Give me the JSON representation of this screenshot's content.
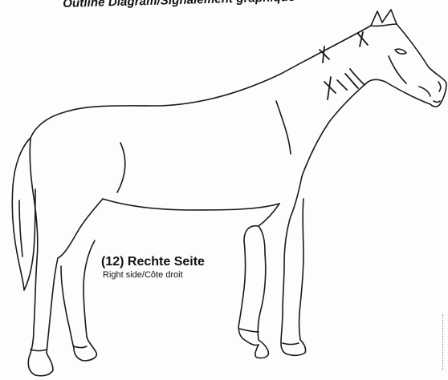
{
  "header": {
    "title": "Outline Diagram/Signalement graphique"
  },
  "caption": {
    "title": "(12) Rechte Seite",
    "subtitle": "Right side/Côte droit"
  },
  "colors": {
    "line": "#1a1a1a",
    "paper": "#fdfdfd"
  },
  "markings": {
    "count": 3,
    "description_icons": [
      "cross-mark-icon",
      "cross-mark-icon",
      "cross-mark-icon"
    ]
  }
}
